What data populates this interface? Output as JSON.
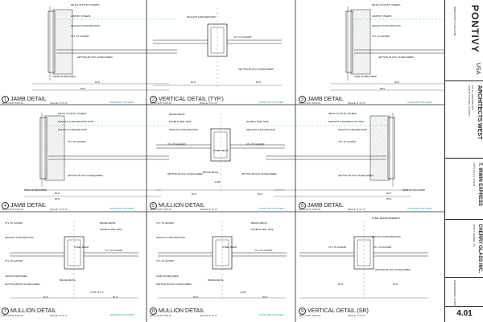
{
  "details": [
    {
      "number": "1",
      "title": "JAMB DETAIL",
      "scale": "SCALE: 3\"=1'-0\"",
      "ref": "ARCH SHT: 5/A5.10",
      "eng": "SIGNATURE THIS SHEET"
    },
    {
      "number": "2",
      "title": "VERTICAL DETAIL (TYP.)",
      "scale": "SCALE: 3\"=1'-0\"",
      "ref": "ARCH SHT: 5/A5.10",
      "eng": "SIGNATURE THIS SHEET"
    },
    {
      "number": "3",
      "title": "JAMB DETAIL",
      "scale": "SCALE: 3\"=1'-0\"",
      "ref": "ARCH SHT: 5/A5.10",
      "eng": "SIGNATURE THIS SHEET"
    },
    {
      "number": "4",
      "title": "JAMB DETAIL",
      "scale": "SCALE: 3\"=1'-0\"",
      "ref": "ARCH SHT: 4/A5.10",
      "eng": "SIGNATURE THIS SHEET"
    },
    {
      "number": "5",
      "title": "MULLION DETAIL",
      "scale": "SCALE: 3\"=1'-0\"",
      "ref": "ARCH SHT: 4/A5.10",
      "eng": "SIGNATURE THIS SHEET"
    },
    {
      "number": "6",
      "title": "JAMB DETAIL",
      "scale": "SCALE: 3\"=1'-0\"",
      "ref": "ARCH SHT: 4/A5.10",
      "eng": "SIGNATURE THIS SHEET"
    },
    {
      "number": "7",
      "title": "MULLION DETAIL",
      "scale": "SCALE: 3\"=1'-0\"",
      "ref": "ARCH SHT: 4/A5.10",
      "eng": "SIGNATURE THIS SHEET"
    },
    {
      "number": "8",
      "title": "MULLION DETAIL",
      "scale": "SCALE: 3\"=1'-0\"",
      "ref": "ARCH SHT: 4/A5.10",
      "eng": "SIGNATURE THIS SHEET"
    },
    {
      "number": "9",
      "title": "VERTICAL DETAIL (SR)",
      "scale": "SCALE: 3\"=1'-0\"",
      "ref": "ARCH SHT: 4/A5.10",
      "eng": ""
    }
  ],
  "notes": {
    "metal_stud": "METAL STUD BY OTHERS",
    "gwb": "GWB BY OTHERS",
    "sealant": "SEALANT & BACKER ROD",
    "vtl_gasket": "VTL-TO GASKET",
    "setting_block": "SETTING BLOCK AS REQUIRED",
    "shim": "SHIM AS REQUIRED",
    "dlo": "DLO",
    "rfo": "RFO",
    "brake_metal": "BRAKE METAL",
    "double_side_tape": "DOUBLE SIDE TAPE",
    "steel_beam": "STEEL BEAM",
    "steel_reinf": "STEEL REINFORCEMENT",
    "sealant_joint": "SEALANT & BACKER ROD JOINT",
    "dim_a": "4\"",
    "dim_b": "1 1/2\"",
    "dim_c": "2 1/2\"",
    "dim_d": "4 1/8\"",
    "dim_e": "1/8\"",
    "dim_f": "4 1/8\" (0.1 t)"
  },
  "titleblock": {
    "brand": "PONTIVY",
    "brand_sub": "USA",
    "contact": "WWW.PONTIVYUSA.COM",
    "architect": "ARCHITECTS WEST",
    "architect_addr": "210 E. LAKESIDE AVE.",
    "architect_city": "COEUR D'ALENE, ID 83814",
    "project": "T. IRWIN EXPRESS",
    "project_city": "POST FALLS, IDAHO",
    "glazier": "CHERRY GLASS INC.",
    "glazier_addr": "3105 N. MARKET ST.",
    "stamp": "ENGINEERING STAMP",
    "sheet": "4.01"
  },
  "colors": {
    "line": "#222222",
    "guide": "#1aa3b4",
    "hatch": "#666666"
  }
}
